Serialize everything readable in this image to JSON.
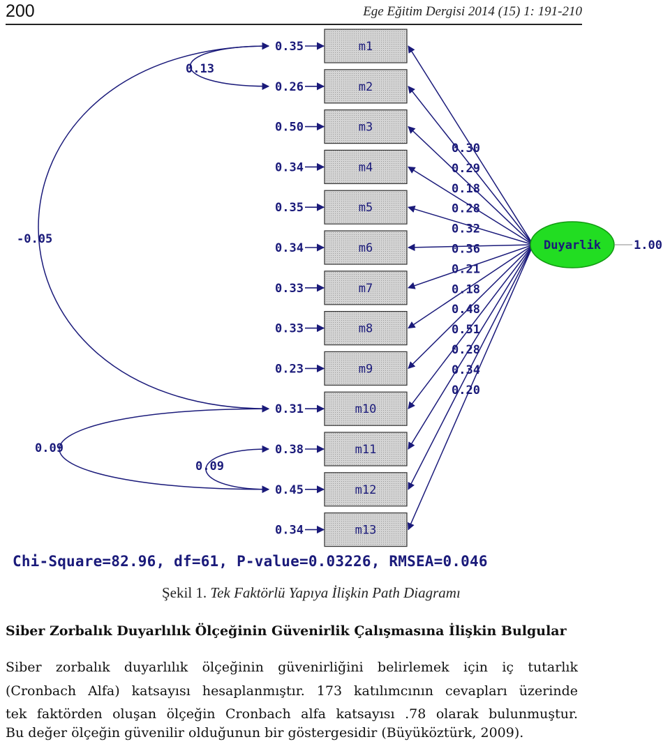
{
  "header": {
    "page_number": "200",
    "journal_ref": "Ege Eğitim Dergisi 2014 (15) 1: 191-210"
  },
  "diagram": {
    "latent": {
      "label": "Duyarlik",
      "variance": "1.00",
      "fill": "#22dd22"
    },
    "indicators": [
      {
        "label": "m1",
        "error": "0.35",
        "loading": "0.30"
      },
      {
        "label": "m2",
        "error": "0.26",
        "loading": "0.29"
      },
      {
        "label": "m3",
        "error": "0.50",
        "loading": "0.18"
      },
      {
        "label": "m4",
        "error": "0.34",
        "loading": "0.28"
      },
      {
        "label": "m5",
        "error": "0.35",
        "loading": "0.32"
      },
      {
        "label": "m6",
        "error": "0.34",
        "loading": "0.36"
      },
      {
        "label": "m7",
        "error": "0.33",
        "loading": "0.21"
      },
      {
        "label": "m8",
        "error": "0.33",
        "loading": "0.18"
      },
      {
        "label": "m9",
        "error": "0.23",
        "loading": "0.48"
      },
      {
        "label": "m10",
        "error": "0.31",
        "loading": "0.51"
      },
      {
        "label": "m11",
        "error": "0.38",
        "loading": "0.28"
      },
      {
        "label": "m12",
        "error": "0.45",
        "loading": "0.34"
      },
      {
        "label": "m13",
        "error": "0.34",
        "loading": "0.20"
      }
    ],
    "covariances": [
      {
        "between": [
          "m1",
          "m2"
        ],
        "value": "0.13"
      },
      {
        "between": [
          "m1",
          "m10"
        ],
        "value": "-0.05"
      },
      {
        "between": [
          "m10",
          "m12"
        ],
        "value": "0.09"
      },
      {
        "between": [
          "m11",
          "m12"
        ],
        "value": "0.09"
      }
    ],
    "fit_stats": "Chi-Square=82.96, df=61, P-value=0.03226, RMSEA=0.046",
    "arrow_color": "#1a1a7a",
    "box_fill": "#c8c8c8"
  },
  "caption": {
    "number": "Şekil 1.",
    "text": " Tek Faktörlü Yapıya İlişkin Path Diagramı"
  },
  "section": {
    "heading": "Siber Zorbalık Duyarlılık Ölçeğinin Güvenirlik Çalışmasına İlişkin Bulgular",
    "paragraph_lines": [
      "Siber zorbalık duyarlılık ölçeğinin güvenirliğini belirlemek için iç tutarlık",
      "(Cronbach Alfa) katsayısı hesaplanmıştır. 173 katılımcının cevapları üzerinde",
      "tek faktörden oluşan ölçeğin Cronbach alfa katsayısı .78 olarak bulunmuştur.",
      "Bu değer ölçeğin güvenilir olduğunun bir göstergesidir (Büyüköztürk, 2009)."
    ]
  }
}
